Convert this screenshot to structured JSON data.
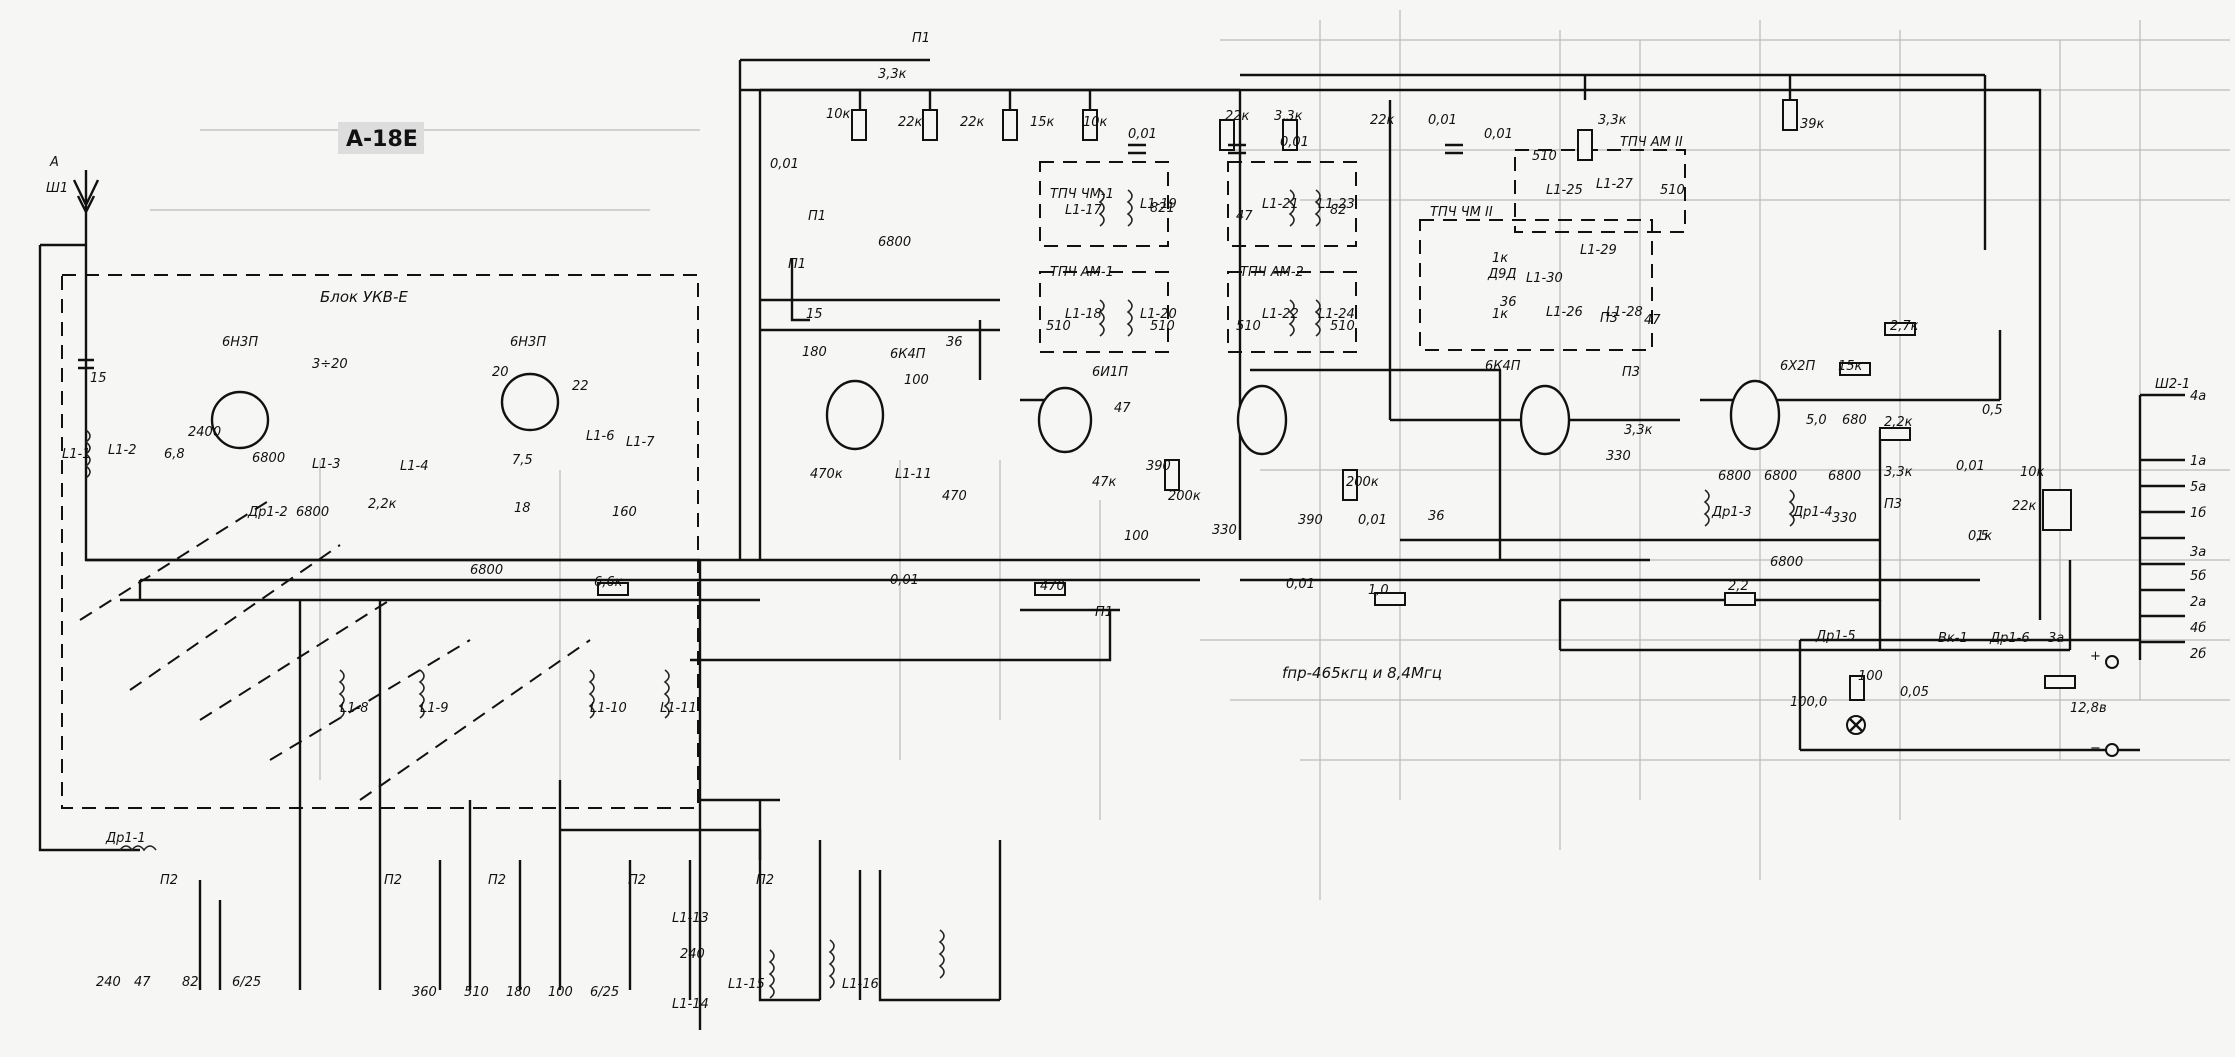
{
  "title": "А-18Е",
  "block_label": "Блок УКВ-Е",
  "freq_note": "fпр-465кгц и 8,4Мгц",
  "antenna": {
    "a": "А",
    "w1": "Ш1"
  },
  "connector": "Ш2-1",
  "tubes": [
    "6Н3П",
    "6Н3П",
    "6К4П",
    "6И1П",
    "6К4П",
    "6Х2П"
  ],
  "filters": {
    "fm1": "ТПЧ ЧМ-1",
    "am1": "ТПЧ АМ-1",
    "am2": "ТПЧ АМ-2",
    "fm2": "ТПЧ ЧМ II",
    "am2b": "ТПЧ АМ II"
  },
  "coils": {
    "l1": "L1-1",
    "l2": "L1-2",
    "l3": "L1-3",
    "l4": "L1-4",
    "l6": "L1-6",
    "l7": "L1-7",
    "l8": "L1-8",
    "l9": "L1-9",
    "l10": "L1-10",
    "l11": "L1-11",
    "l11b": "L1-11",
    "l13": "L1-13",
    "l14": "L1-14",
    "l15": "L1-15",
    "l16": "L1-16",
    "l17": "L1-17",
    "l18": "L1-18",
    "l19": "L1-19",
    "l20": "L1-20",
    "l21": "L1-21",
    "l22": "L1-22",
    "l23": "L1-23",
    "l24": "L1-24",
    "l25": "L1-25",
    "l26": "L1-26",
    "l27": "L1-27",
    "l28": "L1-28",
    "l29": "L1-29",
    "l30": "L1-30"
  },
  "chokes": {
    "dr1": "Др1-1",
    "dr2": "Др1-2",
    "dr3": "Др1-3",
    "dr4": "Др1-4",
    "dr5": "Др1-5",
    "dr6": "Др1-6"
  },
  "switches": {
    "p1a": "П1",
    "p1b": "П1",
    "p1c": "П1",
    "p1d": "П1",
    "p2a": "П2",
    "p2b": "П2",
    "p2c": "П2",
    "p2d": "П2",
    "p2e": "П2",
    "p3a": "П3",
    "p3b": "П3",
    "p3c": "П3",
    "vk": "Вк-1",
    "fuse": "3а",
    "diode": "Д9Д"
  },
  "values": {
    "r33k": "3,3к",
    "r10k": "10к",
    "r22k": "22к",
    "r15k": "15к",
    "r10k2": "10к",
    "c001a": "0,01",
    "c001b": "0,01",
    "c001c": "0,01",
    "c001d": "0,01",
    "c001e": "0,01",
    "c6800a": "6800",
    "c6800b": "6800",
    "c6800c": "6800",
    "c6800d": "6800",
    "c6800e": "6800",
    "c6800f": "6800",
    "c6800g": "6800",
    "c15": "15",
    "c15b": "15",
    "c180": "180",
    "c100": "100",
    "c100b": "100",
    "c36": "36",
    "c36b": "36",
    "c47": "47",
    "c47b": "47",
    "r470k": "470к",
    "r47k": "47к",
    "r470": "470",
    "c470": "470",
    "r200k": "200к",
    "r200k2": "200к",
    "c390": "390",
    "c330": "330",
    "c330b": "330",
    "c510a": "510",
    "c510b": "510",
    "c82": "82",
    "c821": "821",
    "r27k": "2,7к",
    "r15k2": "15к",
    "r22k2": "2,2к",
    "r33k2": "3,3к",
    "r33k3": "3,3к",
    "r1k": "1к",
    "r1k2": "1к",
    "c50": "5,0",
    "c680": "680",
    "c05": "0,5",
    "c005": "0,05",
    "c1000": "100,0",
    "c10": "1,0",
    "r22": "2,2",
    "c20": "20",
    "c3_20": "3÷20",
    "c2400": "2400",
    "c68": "6,8",
    "r22kb": "2,2к",
    "c18": "18",
    "c75": "7,5",
    "c22": "22",
    "r66k": "6,6к",
    "r160": "160",
    "c240": "240",
    "c47c": "47",
    "c82b": "82",
    "c625": "6/25",
    "c625b": "6/25",
    "c360": "360",
    "c510c": "510",
    "c180b": "180",
    "c100c": "100",
    "c240b": "240",
    "v1288": "12,8в",
    "plus": "+",
    "minus": "−",
    "r330": "330",
    "r39k": "39к",
    "c100d": "100"
  },
  "pins": [
    "4а",
    "1а",
    "5а",
    "1б",
    "3а",
    "5б",
    "2а",
    "4б",
    "2б"
  ]
}
